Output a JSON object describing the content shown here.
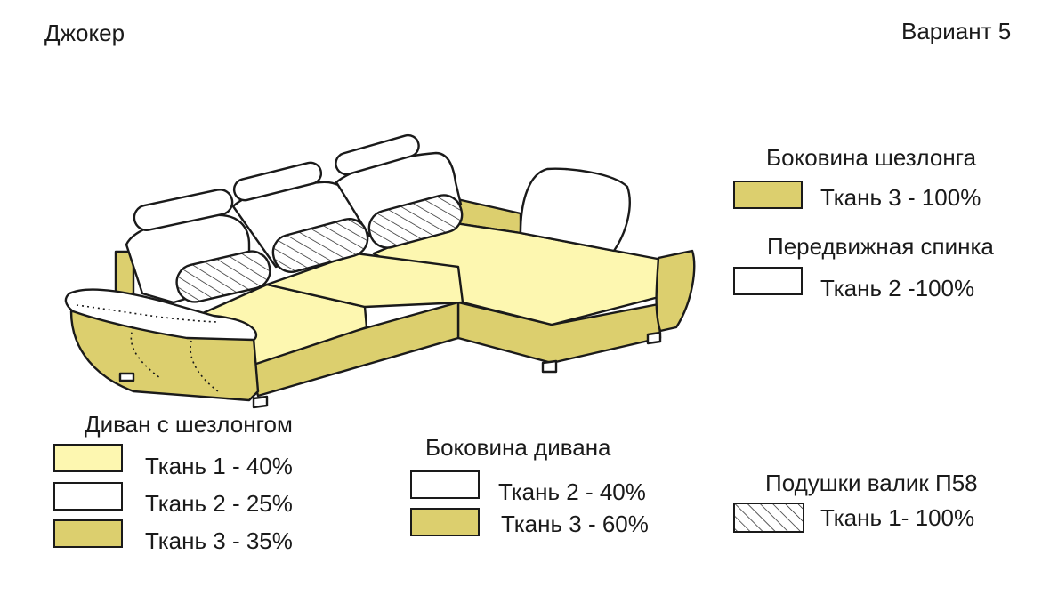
{
  "header": {
    "model_name": "Джокер",
    "variant": "Вариант 5"
  },
  "legend": {
    "sofa_with_chaise": {
      "heading": "Диван с шезлонгом",
      "items": [
        {
          "label": "Ткань 1 -  40%",
          "swatch": "fabric1"
        },
        {
          "label": "Ткань 2 -  25%",
          "swatch": "fabric2"
        },
        {
          "label": "Ткань 3 -  35%",
          "swatch": "fabric3"
        }
      ]
    },
    "sofa_side": {
      "heading": "Боковина дивана",
      "items": [
        {
          "label": "Ткань 2 -  40%",
          "swatch": "fabric2"
        },
        {
          "label": "Ткань 3 -  60%",
          "swatch": "fabric3"
        }
      ]
    },
    "chaise_side": {
      "heading": "Боковина шезлонга",
      "items": [
        {
          "label": "Ткань 3 - 100%",
          "swatch": "fabric3"
        }
      ]
    },
    "movable_back": {
      "heading": "Передвижная спинка",
      "items": [
        {
          "label": "Ткань 2 -100%",
          "swatch": "fabric2"
        }
      ]
    },
    "pillows": {
      "heading": "Подушки валик П58",
      "items": [
        {
          "label": "Ткань 1-  100%",
          "swatch": "hatched"
        }
      ]
    }
  },
  "colors": {
    "fabric1": "#fdf7b0",
    "fabric2": "#ffffff",
    "fabric3": "#dccf6e",
    "outline": "#1a1a1a"
  }
}
